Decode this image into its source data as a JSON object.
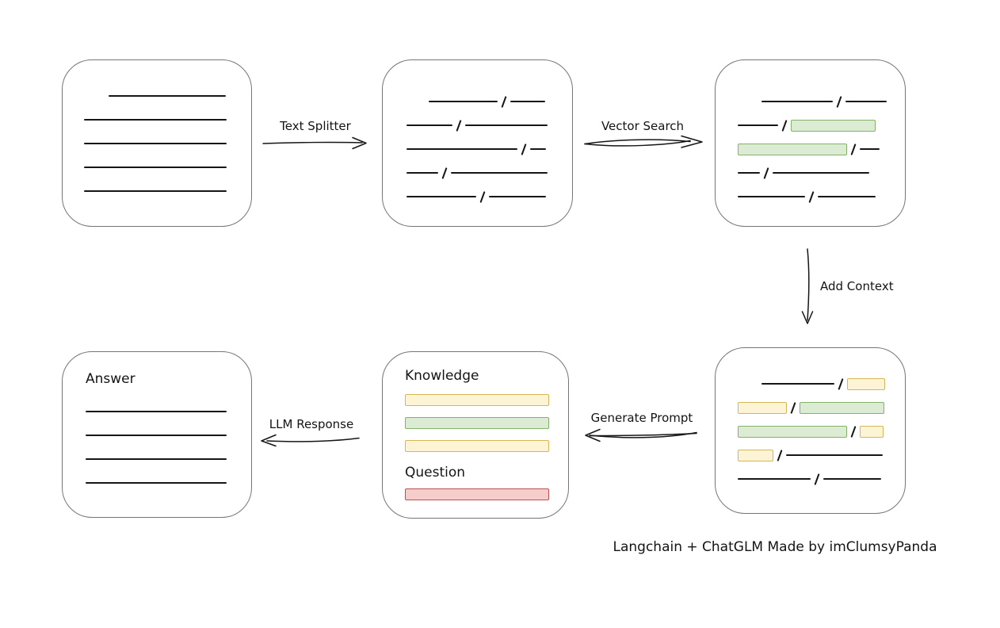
{
  "caption": "Langchain + ChatGLM Made by imClumsyPanda",
  "colors": {
    "green_fill": "#dcebd3",
    "green_border": "#82b366",
    "yellow_fill": "#fdf3d5",
    "yellow_border": "#d6b656",
    "red_fill": "#f6cdcb",
    "red_border": "#b85450",
    "line": "#161616",
    "box_border": "#757575",
    "background": "#ffffff"
  },
  "arrows": {
    "text_splitter": {
      "label": "Text Splitter",
      "direction": "right"
    },
    "vector_search": {
      "label": "Vector Search",
      "direction": "right"
    },
    "add_context": {
      "label": "Add Context",
      "direction": "down"
    },
    "generate_prompt": {
      "label": "Generate Prompt",
      "direction": "left"
    },
    "llm_response": {
      "label": "LLM Response",
      "direction": "left"
    }
  },
  "boxes": {
    "document": {
      "rows": [
        [
          {
            "t": "gap",
            "w": 31
          },
          {
            "t": "line",
            "w": 148
          }
        ],
        [
          {
            "t": "line",
            "w": 180
          }
        ],
        [
          {
            "t": "line",
            "w": 180
          }
        ],
        [
          {
            "t": "line",
            "w": 180
          }
        ],
        [
          {
            "t": "line",
            "w": 180
          }
        ]
      ]
    },
    "chunks": {
      "rows": [
        [
          {
            "t": "gap",
            "w": 28
          },
          {
            "t": "line",
            "w": 87
          },
          {
            "t": "slash"
          },
          {
            "t": "line",
            "w": 44
          }
        ],
        [
          {
            "t": "line",
            "w": 58
          },
          {
            "t": "slash"
          },
          {
            "t": "line",
            "w": 104
          }
        ],
        [
          {
            "t": "line",
            "w": 140
          },
          {
            "t": "slash"
          },
          {
            "t": "line",
            "w": 20
          }
        ],
        [
          {
            "t": "line",
            "w": 40
          },
          {
            "t": "slash"
          },
          {
            "t": "line",
            "w": 122
          }
        ],
        [
          {
            "t": "line",
            "w": 88
          },
          {
            "t": "slash"
          },
          {
            "t": "line",
            "w": 72
          }
        ]
      ]
    },
    "vector_matches": {
      "rows": [
        [
          {
            "t": "gap",
            "w": 30
          },
          {
            "t": "line",
            "w": 90
          },
          {
            "t": "slash"
          },
          {
            "t": "line",
            "w": 52
          }
        ],
        [
          {
            "t": "line",
            "w": 51
          },
          {
            "t": "slash"
          },
          {
            "t": "bar",
            "c": "green",
            "w": 107
          }
        ],
        [
          {
            "t": "bar",
            "c": "green",
            "w": 138
          },
          {
            "t": "slash"
          },
          {
            "t": "line",
            "w": 25
          }
        ],
        [
          {
            "t": "line",
            "w": 28
          },
          {
            "t": "slash"
          },
          {
            "t": "line",
            "w": 122
          }
        ],
        [
          {
            "t": "line",
            "w": 85
          },
          {
            "t": "slash"
          },
          {
            "t": "line",
            "w": 73
          }
        ]
      ]
    },
    "context": {
      "rows": [
        [
          {
            "t": "gap",
            "w": 30
          },
          {
            "t": "line",
            "w": 92
          },
          {
            "t": "slash"
          },
          {
            "t": "bar",
            "c": "yellow",
            "w": 48
          }
        ],
        [
          {
            "t": "bar",
            "c": "yellow",
            "w": 62
          },
          {
            "t": "slash"
          },
          {
            "t": "bar",
            "c": "green",
            "w": 107
          }
        ],
        [
          {
            "t": "bar",
            "c": "green",
            "w": 138
          },
          {
            "t": "slash"
          },
          {
            "t": "bar",
            "c": "yellow",
            "w": 30
          }
        ],
        [
          {
            "t": "bar",
            "c": "yellow",
            "w": 45
          },
          {
            "t": "slash"
          },
          {
            "t": "line",
            "w": 122
          }
        ],
        [
          {
            "t": "line",
            "w": 92
          },
          {
            "t": "slash"
          },
          {
            "t": "line",
            "w": 73
          }
        ]
      ]
    },
    "prompt": {
      "knowledge_label": "Knowledge",
      "question_label": "Question",
      "knowledge_bars": [
        "yellow",
        "green",
        "yellow"
      ],
      "question_bars": [
        "red"
      ]
    },
    "answer": {
      "label": "Answer",
      "rows": [
        [
          {
            "t": "line",
            "w": 178
          }
        ],
        [
          {
            "t": "line",
            "w": 178
          }
        ],
        [
          {
            "t": "line",
            "w": 178
          }
        ],
        [
          {
            "t": "line",
            "w": 178
          }
        ]
      ]
    }
  }
}
